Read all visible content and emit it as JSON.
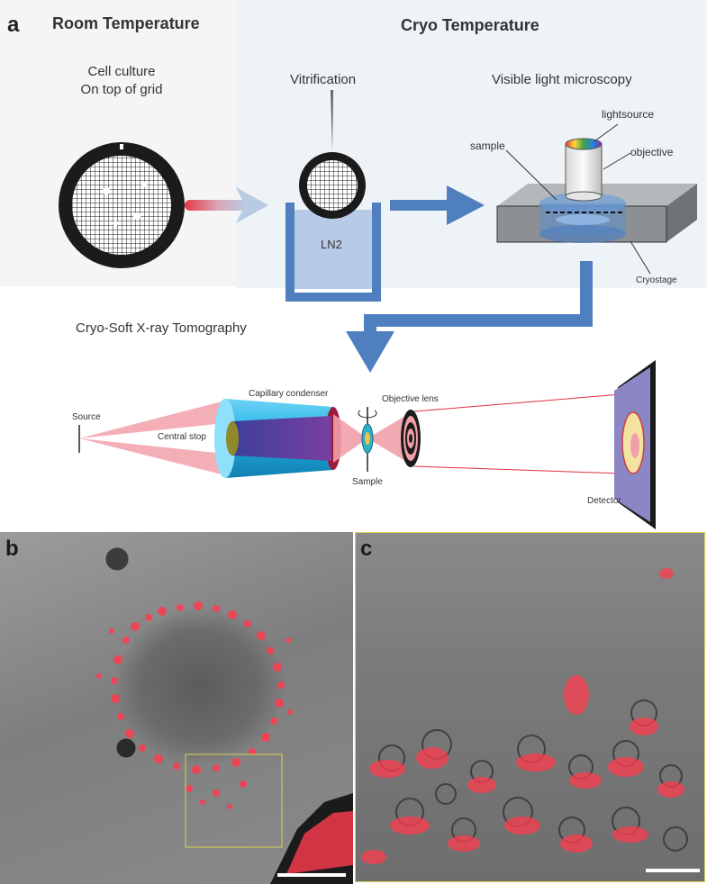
{
  "panels": {
    "a": "a",
    "b": "b",
    "c": "c"
  },
  "sections": {
    "room_temperature": "Room Temperature",
    "cryo_temperature": "Cryo Temperature"
  },
  "steps": {
    "cell_culture_line1": "Cell culture",
    "cell_culture_line2": "On top of grid",
    "vitrification": "Vitrification",
    "ln2": "LN2",
    "vlm": "Visible light microscopy",
    "cryo_sxt": "Cryo-Soft X-ray Tomography"
  },
  "microscope_labels": {
    "lightsource": "lightsource",
    "objective": "objective",
    "sample": "sample",
    "cryostage": "Cryostage"
  },
  "xray_labels": {
    "source": "Source",
    "capillary_condenser": "Capillary condenser",
    "central_stop": "Central stop",
    "objective_lens": "Objective lens",
    "sample": "Sample",
    "detector": "Detector"
  },
  "colors": {
    "room_bg": "#f5f5f5",
    "cryo_bg": "#eef3f8",
    "arrow_blue": "#4f7fbf",
    "ln2_fill": "#b7cbe6",
    "stage_grey": "#8c8f93",
    "beam_pink": "#f2a0a8",
    "condenser_cyan": "#27b6e8",
    "fluor_red": "#ff3b4e"
  }
}
